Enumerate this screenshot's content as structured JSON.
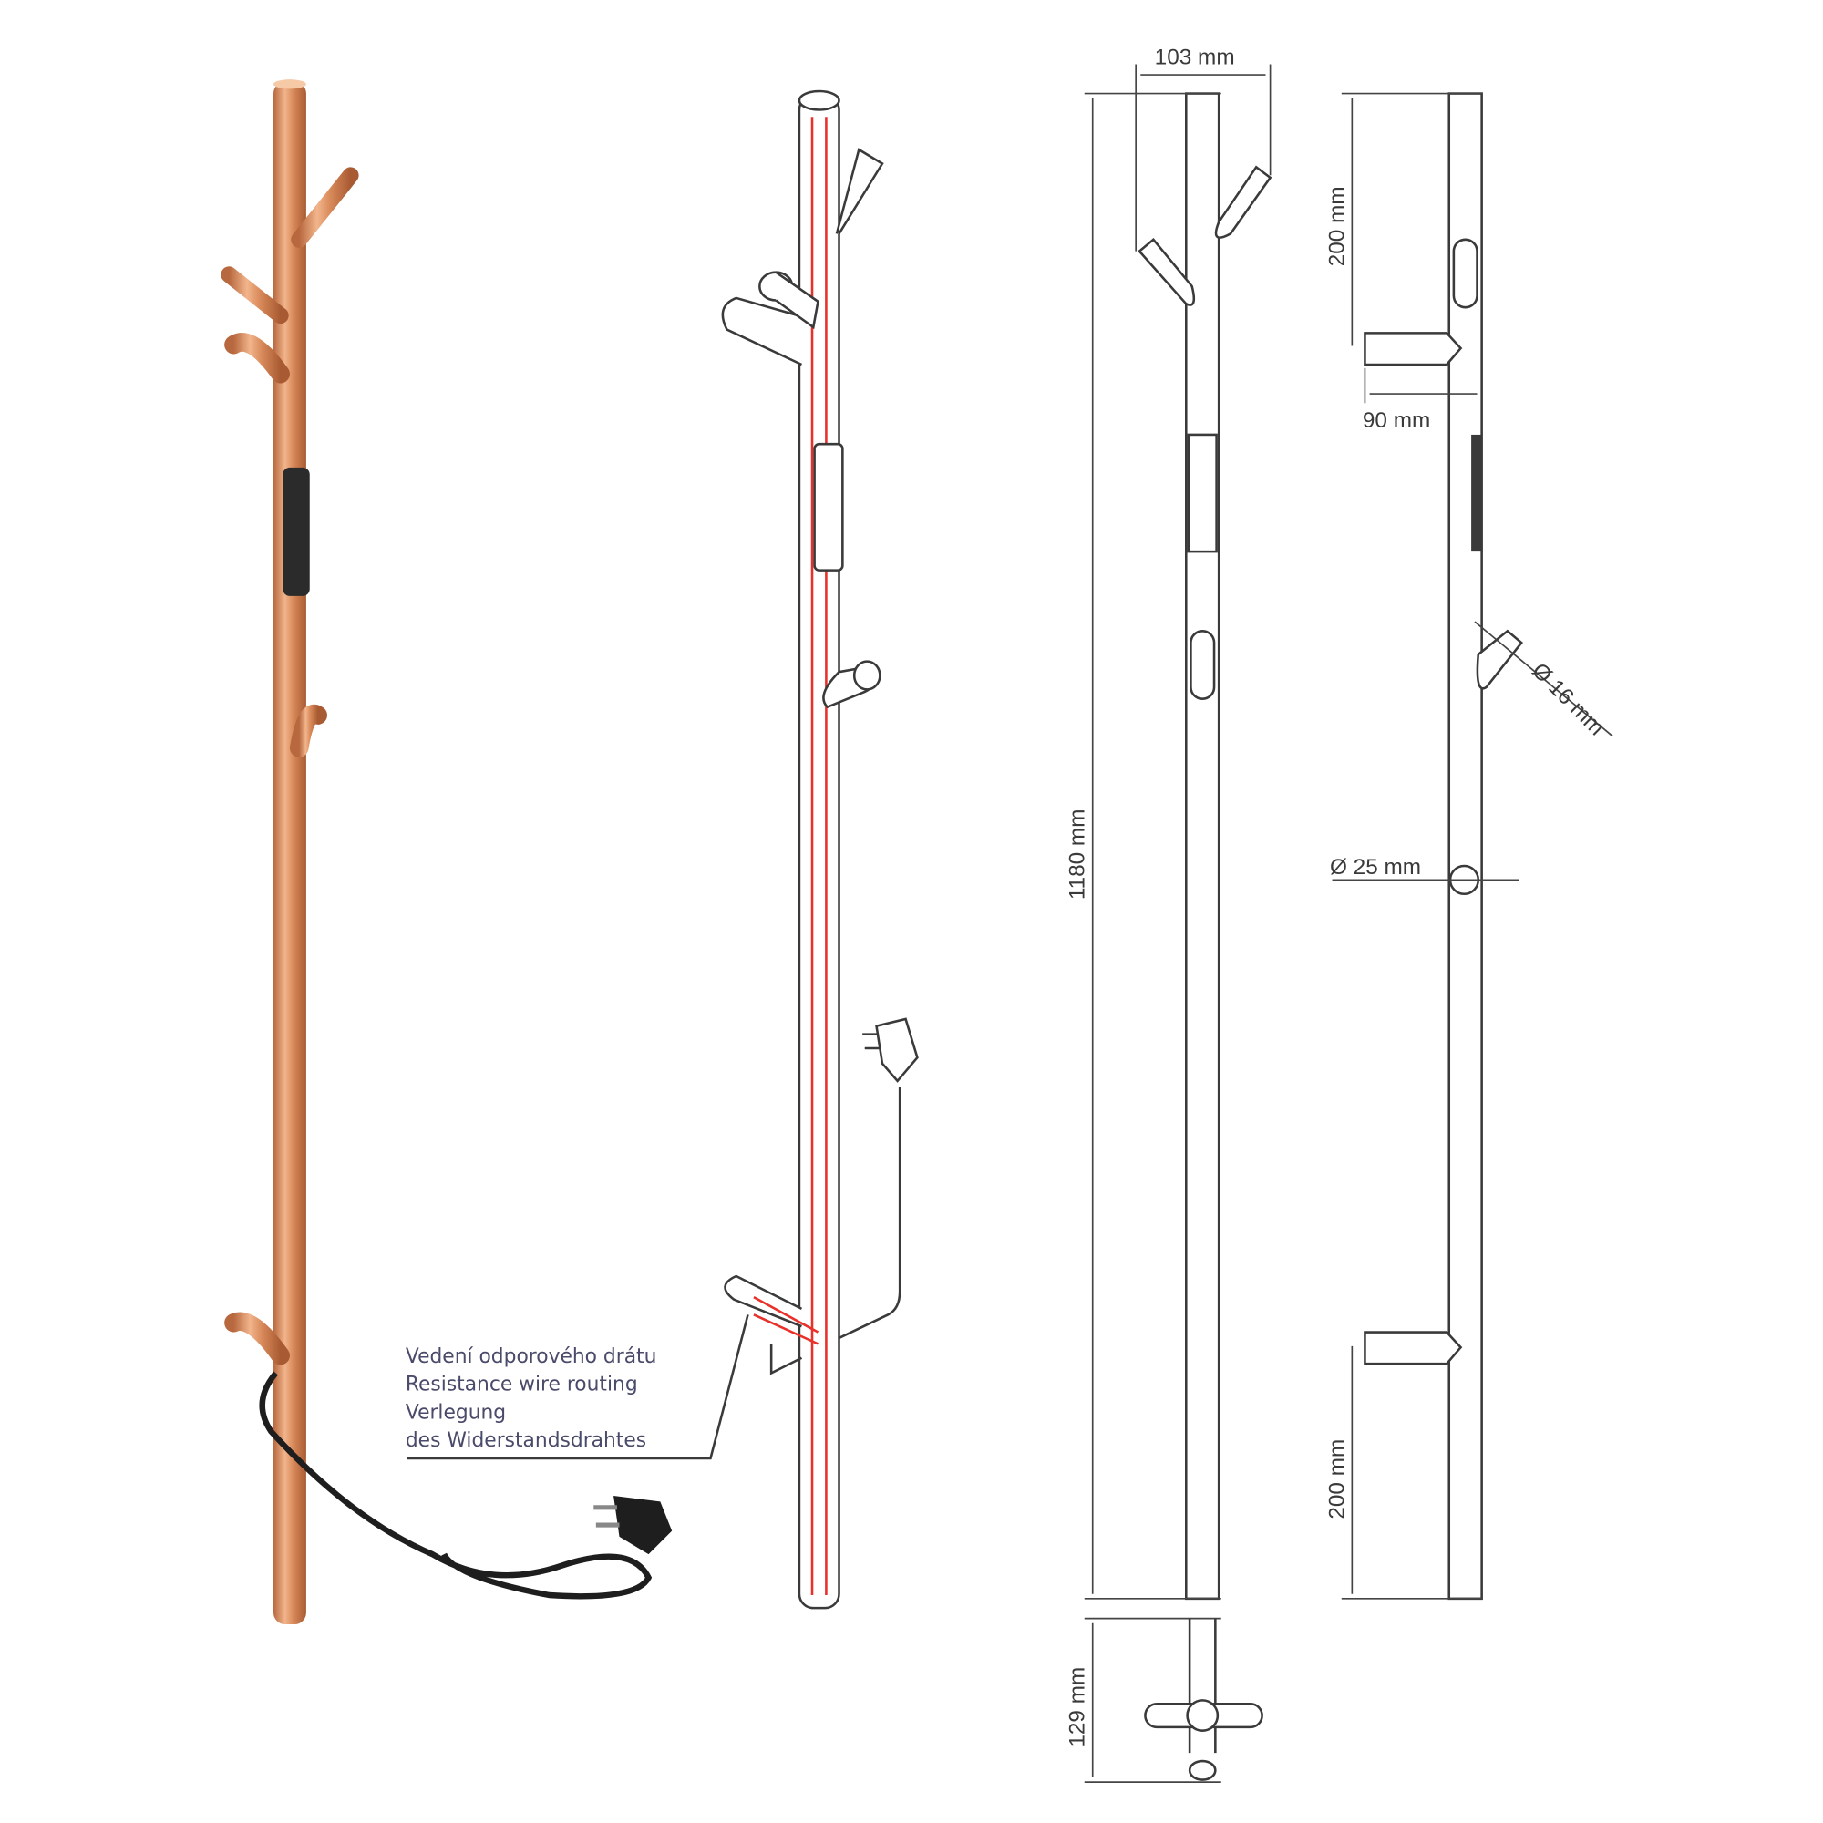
{
  "annotation": {
    "lines": [
      "Vedení odporového drátu",
      "Resistance wire routing",
      "Verlegung",
      "des Widerstandsdrahtes"
    ]
  },
  "dimensions": {
    "width_top": "103 mm",
    "height_total": "1180 mm",
    "depth": "129 mm",
    "hook_spacing_top": "200 mm",
    "hook_length": "90 mm",
    "hook_diameter": "Ø 16 mm",
    "tube_diameter": "Ø 25 mm",
    "hook_spacing_bottom": "200 mm"
  },
  "colors": {
    "copper": "#d98a5a",
    "wire": "#e8312a",
    "line": "#3a3a3a"
  }
}
